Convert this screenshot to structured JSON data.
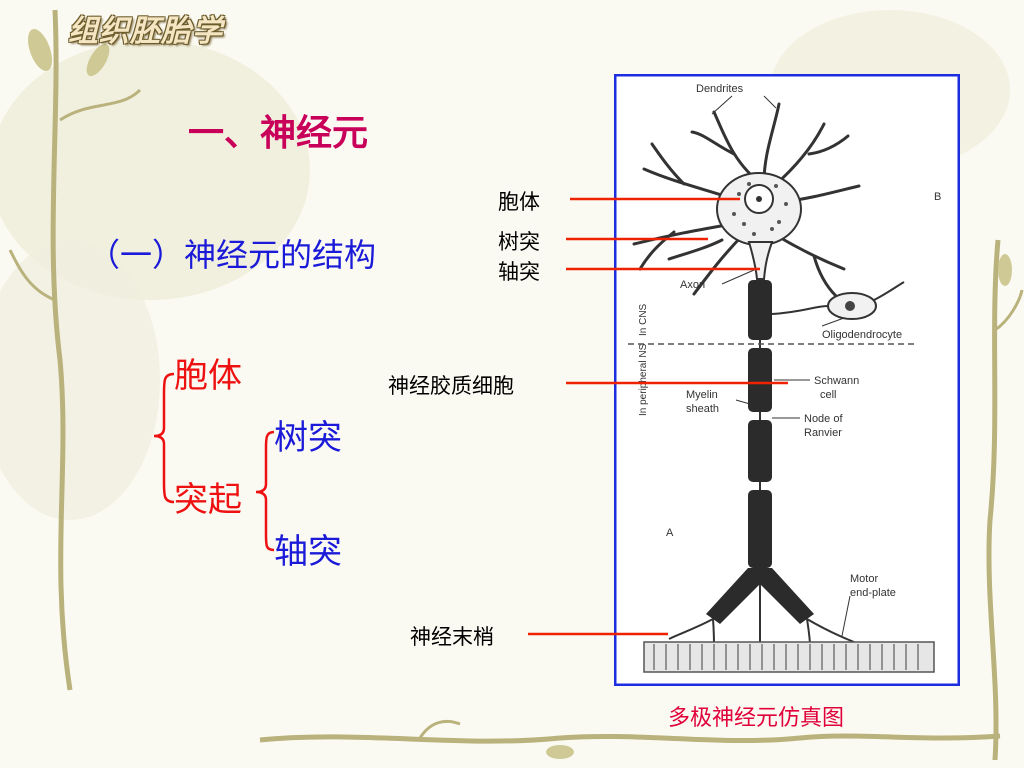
{
  "header": {
    "course_title": "组织胚胎学"
  },
  "slide": {
    "title": "一、神经元",
    "subtitle": "（一）神经元的结构"
  },
  "structure_tree": {
    "root_items": [
      "胞体",
      "突起"
    ],
    "sub_items": [
      "树突",
      "轴突"
    ]
  },
  "callouts": {
    "soma": "胞体",
    "dendrite": "树突",
    "axon": "轴突",
    "glia": "神经胶质细胞",
    "terminal": "神经末梢"
  },
  "figure": {
    "caption": "多极神经元仿真图",
    "labels": {
      "dendrites": "Dendrites",
      "b": "B",
      "axon": "Axon",
      "oligodendrocyte": "Oligodendrocyte",
      "in_peripheral": "In peripheral NS",
      "in_cns": "In CNS",
      "schwann_1": "Schwann",
      "schwann_2": "cell",
      "myelin_1": "Myelin",
      "myelin_2": "sheath",
      "node_1": "Node of",
      "node_2": "Ranvier",
      "a": "A",
      "motor_1": "Motor",
      "motor_2": "end-plate"
    }
  },
  "colors": {
    "title": "#c8005a",
    "subtitle": "#1a1ad8",
    "tree_root": "#ee1111",
    "tree_sub": "#1a1ad8",
    "callout_line": "#ee2200",
    "figure_border": "#1a2ee0",
    "caption": "#e0003a"
  }
}
